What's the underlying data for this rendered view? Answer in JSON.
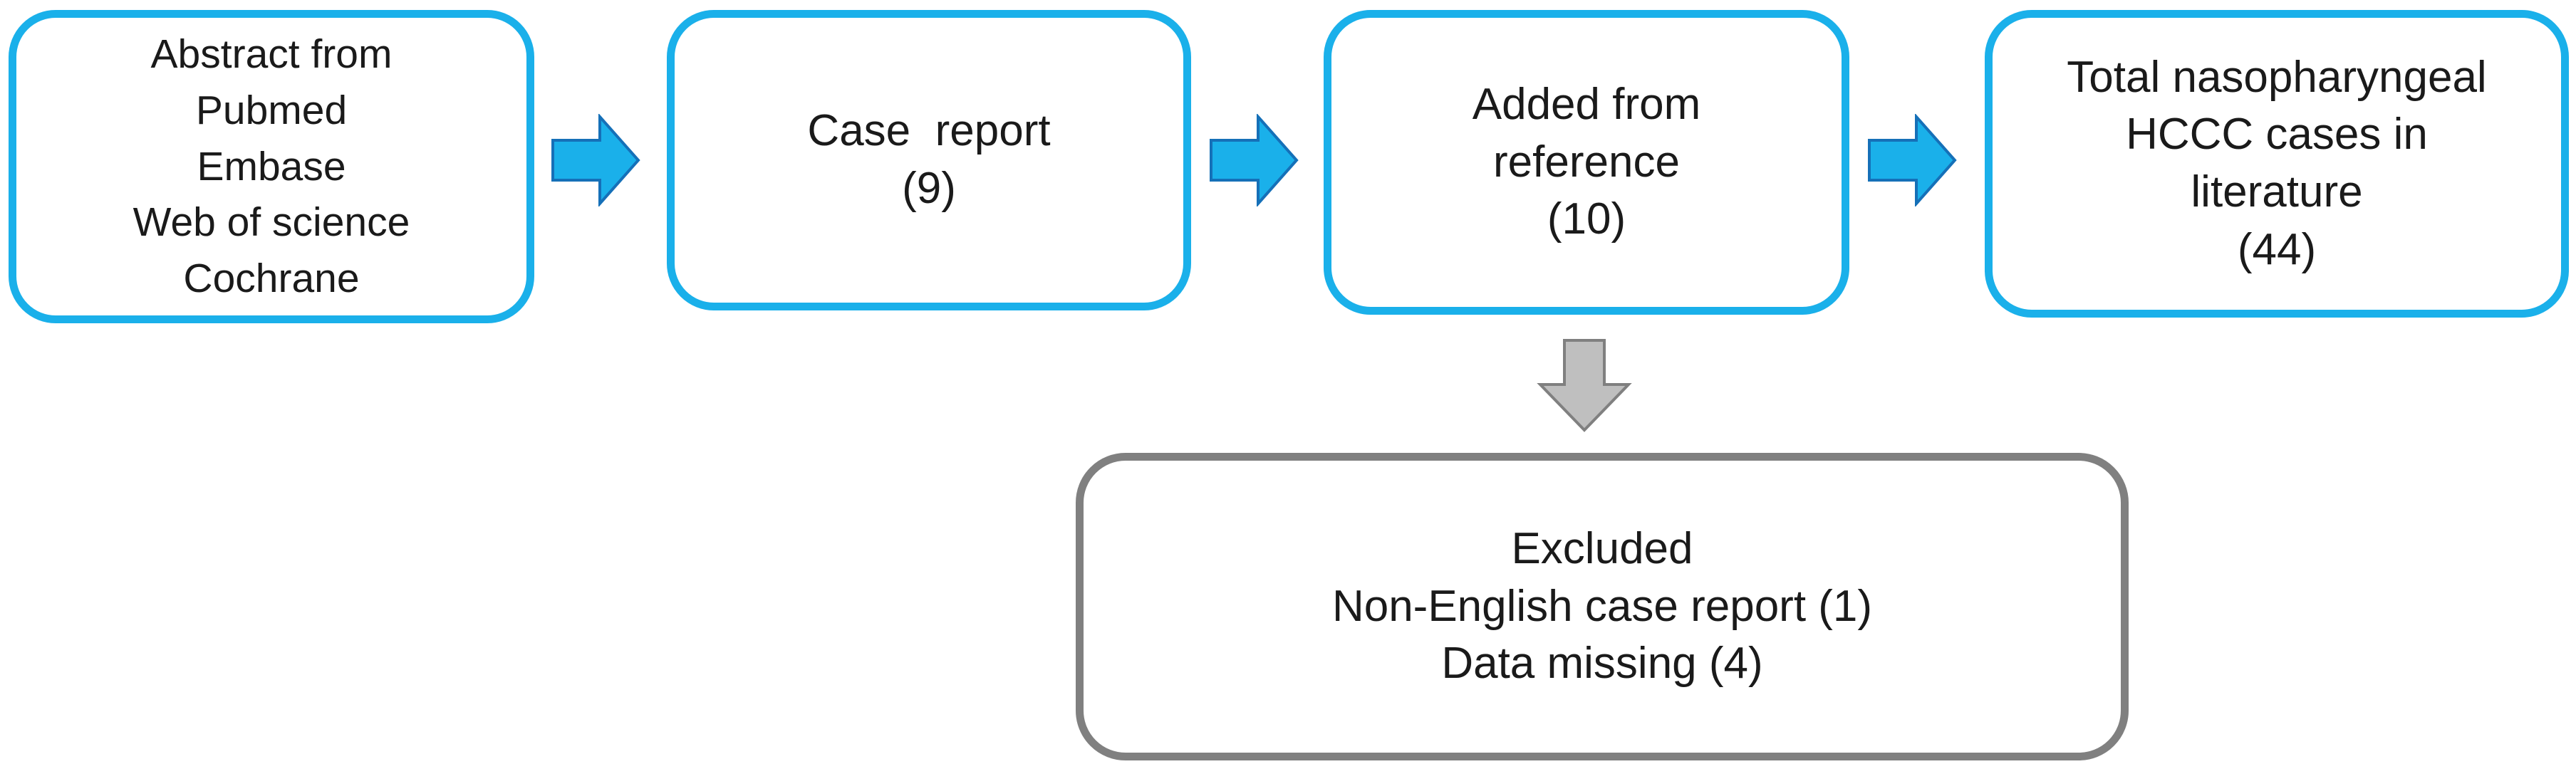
{
  "flowchart": {
    "sources_box": {
      "lines": [
        "Abstract from",
        "Pubmed",
        "Embase",
        "Web of science",
        "Cochrane"
      ]
    },
    "case_report_box": {
      "lines": [
        "Case  report",
        "(9)"
      ]
    },
    "reference_box": {
      "lines": [
        "Added from",
        "reference",
        "(10)"
      ]
    },
    "total_box": {
      "lines": [
        "Total nasopharyngeal",
        "HCCC cases in",
        "literature",
        "(44)"
      ]
    },
    "excluded_box": {
      "lines": [
        "Excluded",
        "Non-English case report (1)",
        "Data missing (4)"
      ]
    }
  },
  "colors": {
    "box_border_blue": "#1ab0ea",
    "box_border_gray": "#808080",
    "arrow_fill_blue": "#1ab0ea",
    "arrow_stroke_blue": "#1570b8",
    "arrow_fill_gray": "#bfbfbf",
    "arrow_stroke_gray": "#808080"
  }
}
